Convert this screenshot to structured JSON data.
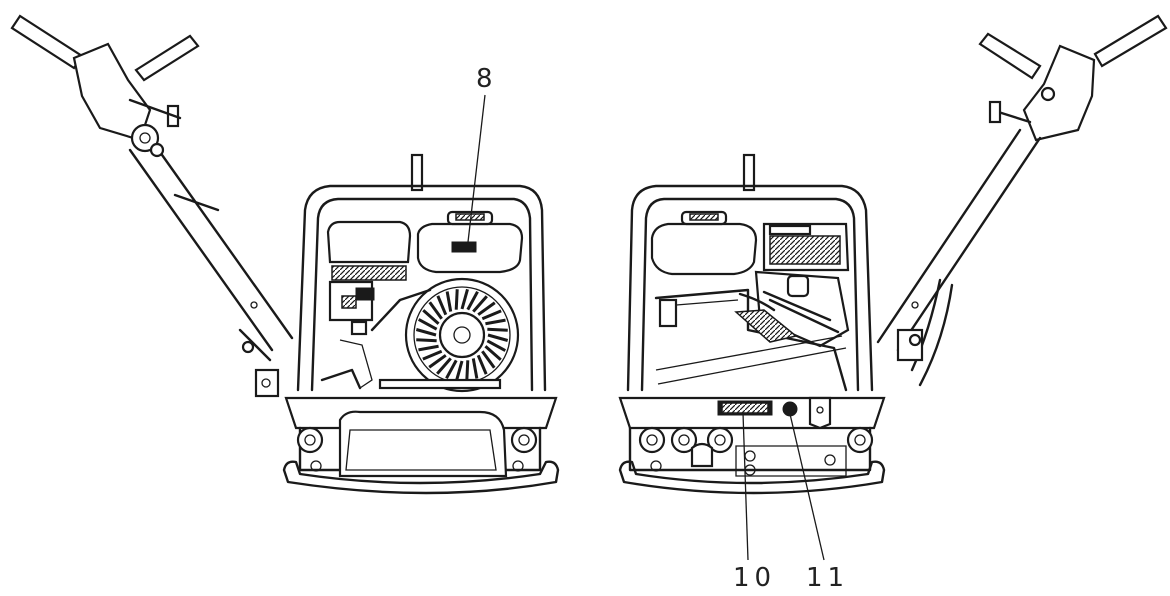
{
  "callouts": {
    "label_8": "8",
    "label_10": "10",
    "label_11": "11"
  }
}
